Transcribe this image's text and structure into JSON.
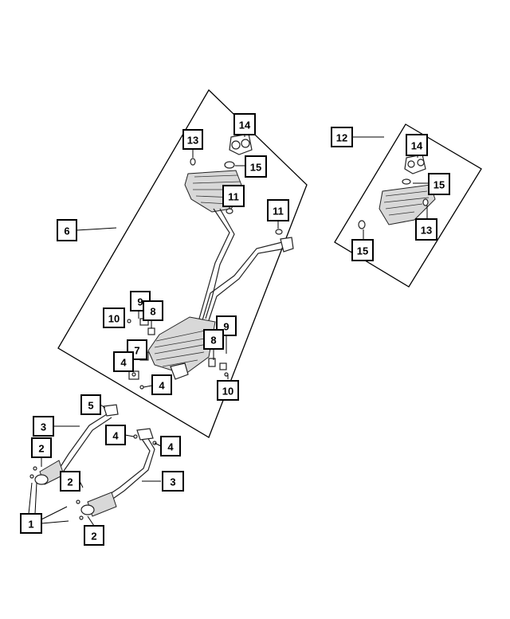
{
  "callouts": [
    {
      "id": "callout-6",
      "text": "6"
    },
    {
      "id": "callout-12",
      "text": "12"
    },
    {
      "id": "callout-13-main",
      "text": "13"
    },
    {
      "id": "callout-14-main",
      "text": "14"
    },
    {
      "id": "callout-15-main",
      "text": "15"
    },
    {
      "id": "callout-11-left",
      "text": "11"
    },
    {
      "id": "callout-11-right",
      "text": "11"
    },
    {
      "id": "callout-14-alt",
      "text": "14"
    },
    {
      "id": "callout-15-alt-upper",
      "text": "15"
    },
    {
      "id": "callout-13-alt",
      "text": "13"
    },
    {
      "id": "callout-15-alt-lower",
      "text": "15"
    },
    {
      "id": "callout-9-left",
      "text": "9"
    },
    {
      "id": "callout-10-left",
      "text": "10"
    },
    {
      "id": "callout-8-left",
      "text": "8"
    },
    {
      "id": "callout-7",
      "text": "7"
    },
    {
      "id": "callout-4-left",
      "text": "4"
    },
    {
      "id": "callout-4-center",
      "text": "4"
    },
    {
      "id": "callout-9-right",
      "text": "9"
    },
    {
      "id": "callout-8-right",
      "text": "8"
    },
    {
      "id": "callout-10-right",
      "text": "10"
    },
    {
      "id": "callout-5",
      "text": "5"
    },
    {
      "id": "callout-3-upper",
      "text": "3"
    },
    {
      "id": "callout-4-front-left",
      "text": "4"
    },
    {
      "id": "callout-4-front-right",
      "text": "4"
    },
    {
      "id": "callout-2-upper",
      "text": "2"
    },
    {
      "id": "callout-2-middle",
      "text": "2"
    },
    {
      "id": "callout-3-lower",
      "text": "3"
    },
    {
      "id": "callout-1",
      "text": "1"
    },
    {
      "id": "callout-2-lower",
      "text": "2"
    }
  ]
}
